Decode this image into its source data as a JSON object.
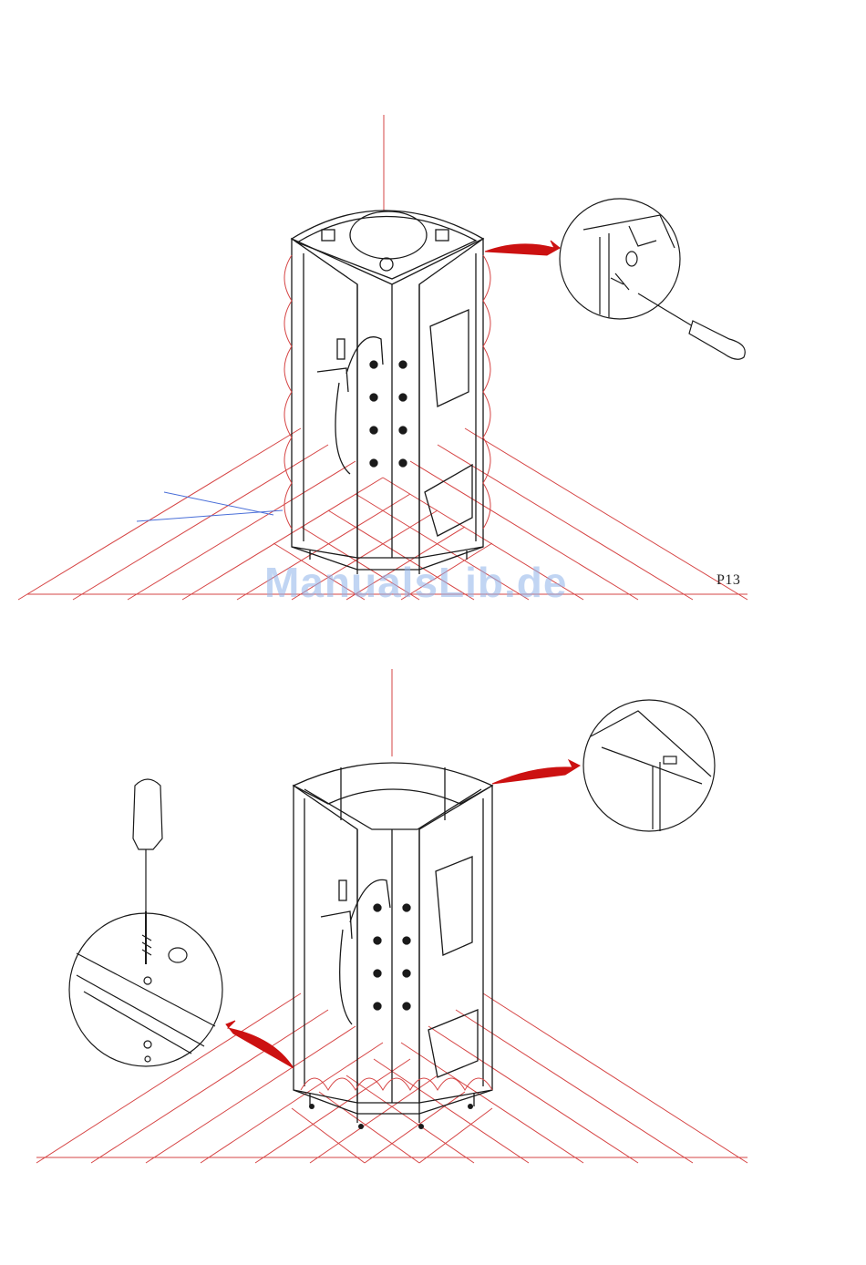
{
  "page": {
    "number": "P13"
  },
  "watermark": {
    "text": "ManualsLib.de"
  },
  "colors": {
    "line": "#1a1a1a",
    "grid": "#d64545",
    "arrow": "#cc1111",
    "watermark": "#8fb4ea"
  },
  "figures": [
    {
      "id": "fig-top",
      "step": "attach-top-cover",
      "detail_icon": "screwdriver-icon"
    },
    {
      "id": "fig-bottom",
      "step": "fix-panels-to-base",
      "detail_icon": "screwdriver-icon"
    }
  ]
}
